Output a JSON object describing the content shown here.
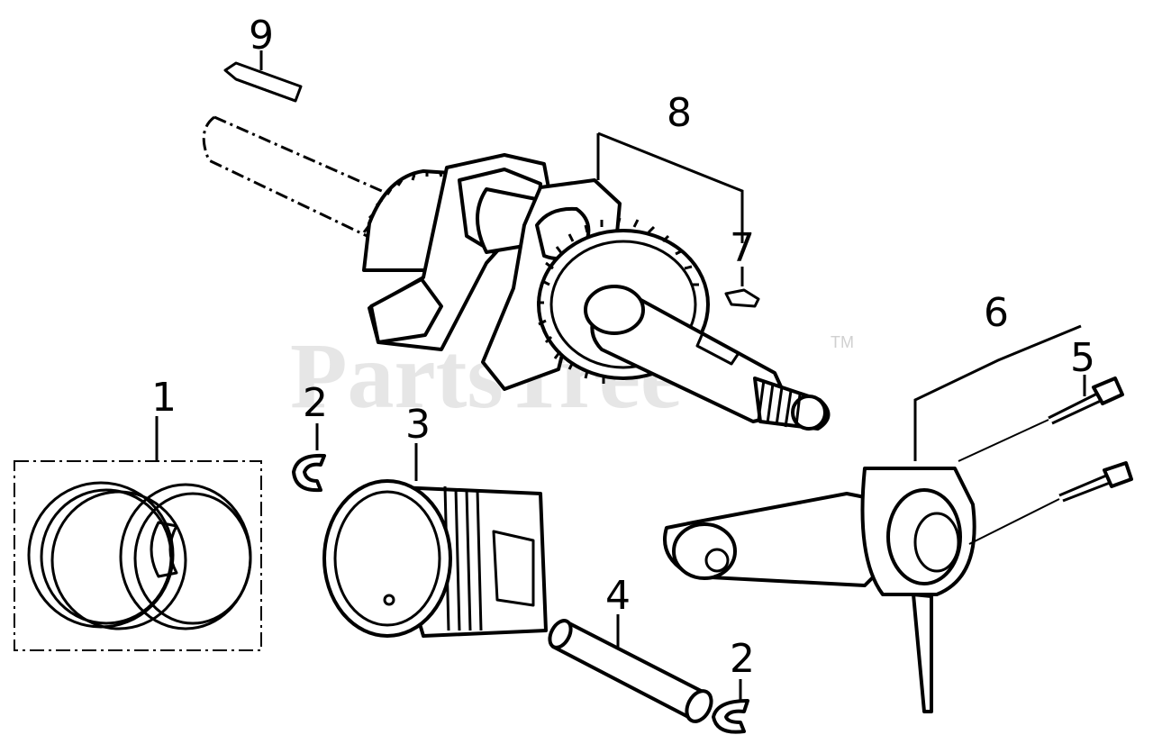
{
  "watermark": {
    "text": "PartsTree",
    "tm": "TM"
  },
  "callouts": [
    {
      "id": "c1",
      "label": "1"
    },
    {
      "id": "c2a",
      "label": "2"
    },
    {
      "id": "c2b",
      "label": "2"
    },
    {
      "id": "c3",
      "label": "3"
    },
    {
      "id": "c4",
      "label": "4"
    },
    {
      "id": "c5",
      "label": "5"
    },
    {
      "id": "c6",
      "label": "6"
    },
    {
      "id": "c7",
      "label": "7"
    },
    {
      "id": "c8",
      "label": "8"
    },
    {
      "id": "c9",
      "label": "9"
    }
  ]
}
